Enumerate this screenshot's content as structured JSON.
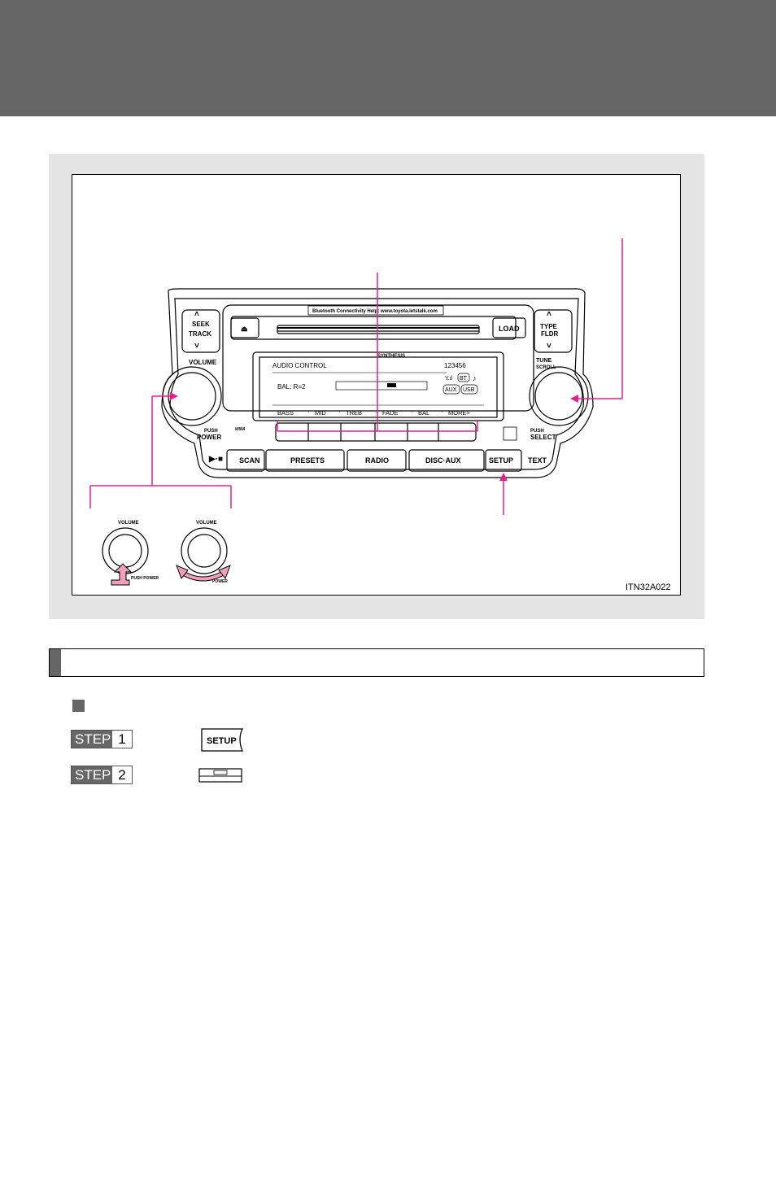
{
  "figure": {
    "figure_code": "ITN32A022",
    "radio": {
      "bluetooth_label": "Bluetooth Connectivity Help: www.toyota.letstalk.com",
      "eject_icon": "eject-icon",
      "load_label": "LOAD",
      "seek_label_1": "SEEK",
      "seek_label_2": "TRACK",
      "type_label_1": "TYPE",
      "type_label_2": "FLDR",
      "volume_label": "VOLUME",
      "push_label": "PUSH",
      "power_label": "POWER",
      "tune_label_1": "TUNE",
      "tune_label_2": "SCROLL",
      "select_label": "SELECT",
      "synthesis_logo": "SYNTHESIS",
      "display": {
        "title": "AUDIO CONTROL",
        "presets": "123456",
        "bt": "BT",
        "aux": "AUX",
        "usb": "USB",
        "balance_text": "BAL: R=2",
        "menu": [
          "BASS",
          "MID",
          "TREB",
          "FADE",
          "BAL",
          "MORE>"
        ]
      },
      "buttons": [
        "SCAN",
        "PRESETS",
        "RADIO",
        "DISC·AUX",
        "SETUP",
        "TEXT"
      ],
      "play_stop_icon": "play-stop-icon",
      "wma_logo": "WMA",
      "disc_logo": "disc-logo"
    },
    "insets": {
      "volume_label_left": "VOLUME",
      "volume_label_right": "VOLUME",
      "push_power_left": "PUSH\nPOWER",
      "push_power_right": "POWER"
    },
    "accent_color": "#e91e8c"
  },
  "steps": [
    {
      "label": "STEP",
      "number": "1",
      "icon": "setup-button-icon",
      "icon_text": "SETUP"
    },
    {
      "label": "STEP",
      "number": "2",
      "icon": "preset-button-icon"
    }
  ],
  "colors": {
    "header": "#666666",
    "panel": "#e5e5e5",
    "accent": "#e91e8c"
  }
}
